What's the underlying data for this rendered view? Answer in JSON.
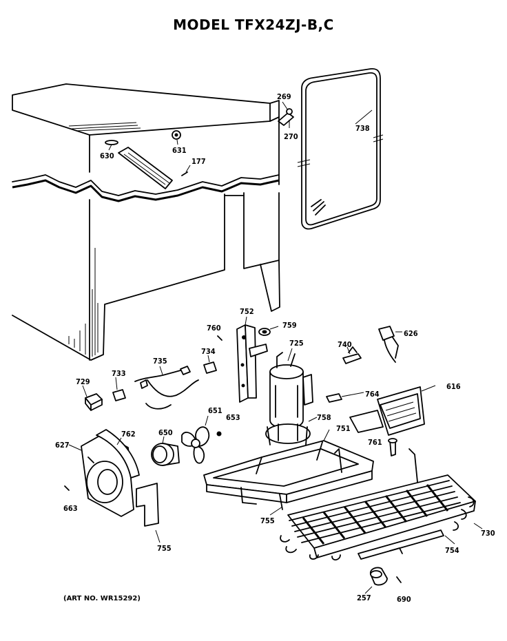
{
  "title": "MODEL TFX24ZJ-B,C",
  "art_number": "(ART NO. WR15292)",
  "callouts": {
    "c269": "269",
    "c270": "270",
    "c738": "738",
    "c630": "630",
    "c631": "631",
    "c177": "177",
    "c752": "752",
    "c760": "760",
    "c759": "759",
    "c725": "725",
    "c740": "740",
    "c626": "626",
    "c735": "735",
    "c734": "734",
    "c729": "729",
    "c733": "733",
    "c616": "616",
    "c764": "764",
    "c651": "651",
    "c653": "653",
    "c758": "758",
    "c751": "751",
    "c761": "761",
    "c627": "627",
    "c762": "762",
    "c650": "650",
    "c663": "663",
    "c755a": "755",
    "c755b": "755",
    "c730": "730",
    "c754": "754",
    "c257": "257",
    "c690": "690"
  }
}
